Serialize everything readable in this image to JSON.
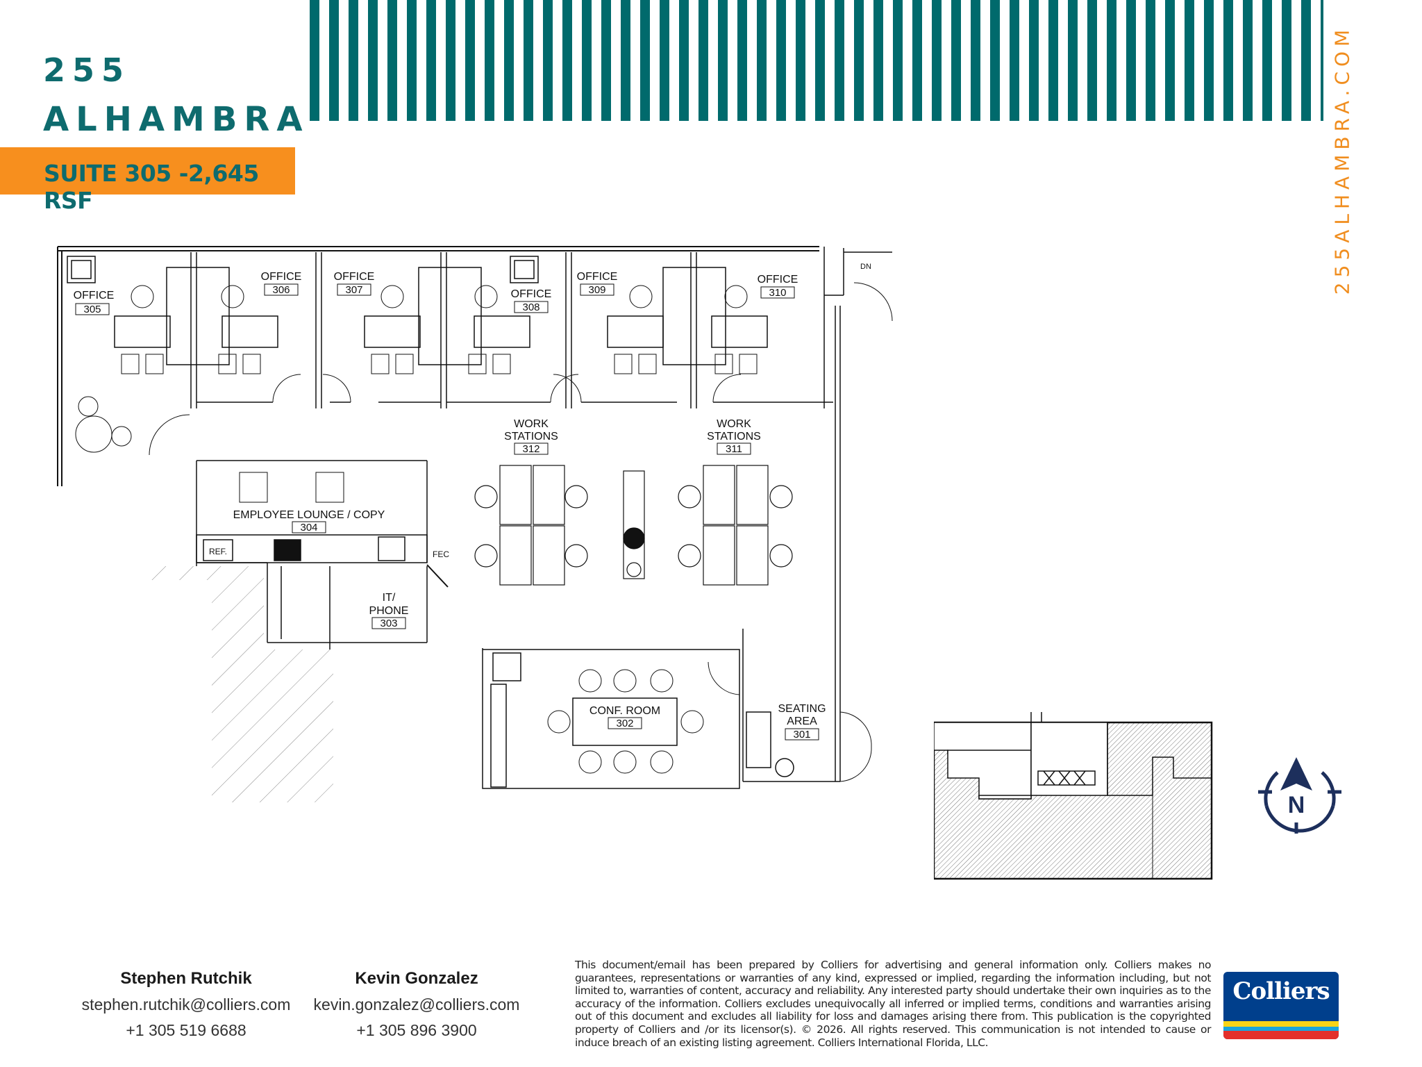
{
  "header": {
    "title_number": "255",
    "title_name": "ALHAMBRA",
    "suite_label": "SUITE 305 -2,645 RSF",
    "website": "255ALHAMBRA.COM",
    "colors": {
      "teal": "#006a6c",
      "orange": "#f78f1e",
      "navy": "#1d2f5c"
    }
  },
  "floor_plan": {
    "rooms": [
      {
        "name": "OFFICE",
        "number": "305"
      },
      {
        "name": "OFFICE",
        "number": "306"
      },
      {
        "name": "OFFICE",
        "number": "307"
      },
      {
        "name": "OFFICE",
        "number": "308"
      },
      {
        "name": "OFFICE",
        "number": "309"
      },
      {
        "name": "OFFICE",
        "number": "310"
      },
      {
        "name": "WORK STATIONS",
        "number": "312"
      },
      {
        "name": "WORK STATIONS",
        "number": "311"
      },
      {
        "name": "EMPLOYEE LOUNGE / COPY",
        "number": "304"
      },
      {
        "name": "IT/ PHONE",
        "number": "303"
      },
      {
        "name": "CONF. ROOM",
        "number": "302"
      },
      {
        "name": "SEATING AREA",
        "number": "301"
      }
    ],
    "labels": {
      "office": "OFFICE",
      "work": "WORK",
      "stations": "STATIONS",
      "lounge": "EMPLOYEE LOUNGE / COPY",
      "it": "IT/",
      "phone": "PHONE",
      "conf": "CONF. ROOM",
      "seating": "SEATING",
      "area": "AREA",
      "ref": "REF.",
      "fec": "FEC",
      "dn": "DN"
    }
  },
  "compass": {
    "label": "N"
  },
  "contacts": [
    {
      "name": "Stephen Rutchik",
      "email": "stephen.rutchik@colliers.com",
      "phone": "+1 305 519 6688"
    },
    {
      "name": "Kevin Gonzalez",
      "email": "kevin.gonzalez@colliers.com",
      "phone": "+1 305 896 3900"
    }
  ],
  "disclaimer": "This document/email has been prepared by Colliers for advertising and general information only. Colliers makes no guarantees, representations or warranties of any kind, expressed or implied, regarding the information including, but not limited to, warranties of content, accuracy and reliability. Any interested party should undertake their own inquiries as to the accuracy of the information. Colliers excludes unequivocally all inferred or implied terms, conditions and warranties arising out of this document and excludes all liability for loss and damages arising there from. This publication is the copyrighted property of Colliers and /or its licensor(s). © 2026. All rights reserved. This communication is not intended to cause or induce breach of an existing listing agreement. Colliers International Florida, LLC.",
  "logo": {
    "text": "Colliers"
  }
}
